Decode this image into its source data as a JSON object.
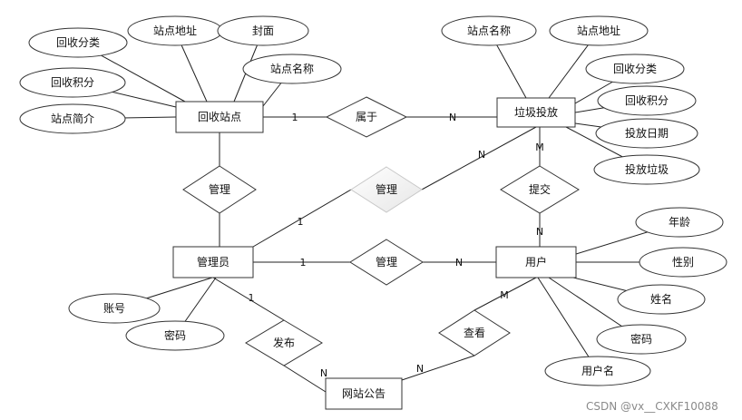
{
  "entities": [
    {
      "id": "recycle_station",
      "label": "回收站点"
    },
    {
      "id": "garbage_drop",
      "label": "垃圾投放"
    },
    {
      "id": "admin",
      "label": "管理员"
    },
    {
      "id": "user",
      "label": "用户"
    },
    {
      "id": "notice",
      "label": "网站公告"
    }
  ],
  "relationships": [
    {
      "id": "belongs",
      "label": "属于",
      "from": "recycle_station",
      "to": "garbage_drop",
      "card_from": "1",
      "card_to": "N"
    },
    {
      "id": "manage_station",
      "label": "管理",
      "from": "admin",
      "to": "recycle_station"
    },
    {
      "id": "manage_drop",
      "label": "管理",
      "from": "admin",
      "to": "garbage_drop",
      "card_from": "1",
      "card_to": "N",
      "highlighted": true
    },
    {
      "id": "manage_user",
      "label": "管理",
      "from": "admin",
      "to": "user",
      "card_from": "1",
      "card_to": "N"
    },
    {
      "id": "submit",
      "label": "提交",
      "from": "user",
      "to": "garbage_drop",
      "card_from": "N",
      "card_to": "M"
    },
    {
      "id": "publish",
      "label": "发布",
      "from": "admin",
      "to": "notice",
      "card_from": "1",
      "card_to": "N"
    },
    {
      "id": "view",
      "label": "查看",
      "from": "user",
      "to": "notice",
      "card_from": "M",
      "card_to": "N"
    }
  ],
  "attributes": [
    {
      "owner": "recycle_station",
      "label": "回收分类"
    },
    {
      "owner": "recycle_station",
      "label": "站点地址"
    },
    {
      "owner": "recycle_station",
      "label": "封面"
    },
    {
      "owner": "recycle_station",
      "label": "站点名称"
    },
    {
      "owner": "recycle_station",
      "label": "回收积分"
    },
    {
      "owner": "recycle_station",
      "label": "站点简介"
    },
    {
      "owner": "garbage_drop",
      "label": "站点名称"
    },
    {
      "owner": "garbage_drop",
      "label": "站点地址"
    },
    {
      "owner": "garbage_drop",
      "label": "回收分类"
    },
    {
      "owner": "garbage_drop",
      "label": "回收积分"
    },
    {
      "owner": "garbage_drop",
      "label": "投放日期"
    },
    {
      "owner": "garbage_drop",
      "label": "投放垃圾"
    },
    {
      "owner": "user",
      "label": "年龄"
    },
    {
      "owner": "user",
      "label": "性别"
    },
    {
      "owner": "user",
      "label": "姓名"
    },
    {
      "owner": "user",
      "label": "密码"
    },
    {
      "owner": "user",
      "label": "用户名"
    },
    {
      "owner": "admin",
      "label": "账号"
    },
    {
      "owner": "admin",
      "label": "密码"
    }
  ],
  "watermark": "CSDN @vx__CXKF10088"
}
